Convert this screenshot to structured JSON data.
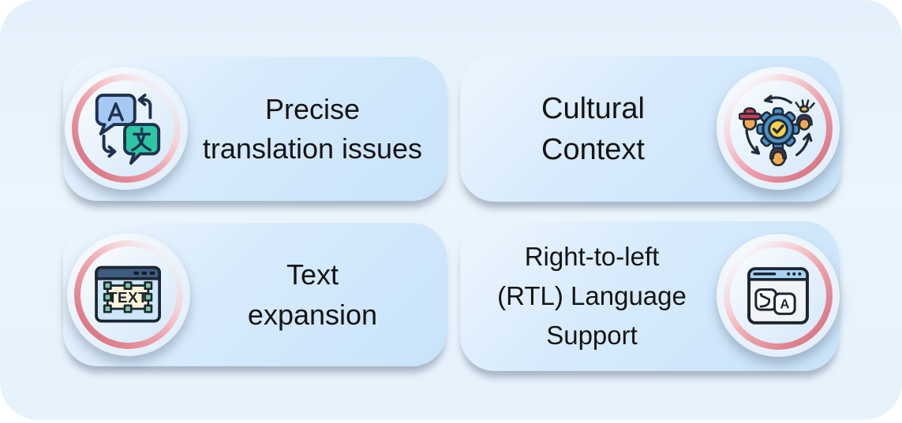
{
  "canvas": {
    "background": "#ffffff",
    "panel_background": "#e7f2fc",
    "card_background": "#cfe6fb",
    "accent_ring_pink": "#d97583",
    "text_color": "#141414"
  },
  "cards": [
    {
      "id": "precise-translation-issues",
      "title": "Precise translation issues",
      "lines": [
        "Precise",
        "translation issues"
      ],
      "icon": "language-translation-icon",
      "icon_side": "left",
      "icon_glyphs": [
        "A",
        "文"
      ],
      "icon_colors": {
        "bubble_blue": "#a6c9f4",
        "bubble_teal": "#2cc6a4",
        "outline": "#1e3150"
      }
    },
    {
      "id": "cultural-context",
      "title": "Cultural Context",
      "lines": [
        "Cultural",
        "Context"
      ],
      "icon": "cultural-exchange-icon",
      "icon_side": "right",
      "icon_glyphs": [],
      "icon_colors": {
        "gear_blue": "#4a90c4",
        "check_yellow": "#f9d04c",
        "face_orange": "#f4a950",
        "hat_red": "#ce3c53",
        "outline": "#1e2b3a"
      }
    },
    {
      "id": "text-expansion",
      "title": "Text expansion",
      "lines": [
        "Text",
        "expansion"
      ],
      "icon": "text-selection-icon",
      "icon_side": "left",
      "icon_glyphs": [
        "TEXT"
      ],
      "icon_colors": {
        "titlebar": "#3d5c80",
        "body_blue": "#cde6f8",
        "text_box_cream": "#fdf4d9",
        "handle_green": "#7fcaa1",
        "outline": "#1b2531"
      }
    },
    {
      "id": "rtl-language-support",
      "title": "Right-to-left (RTL) Language Support",
      "lines": [
        "Right-to-left",
        "(RTL) Language",
        "Support"
      ],
      "icon": "rtl-translation-browser-icon",
      "icon_side": "right",
      "icon_glyphs": [
        "ز",
        "A"
      ],
      "icon_colors": {
        "titlebar": "#a7d3f3",
        "window": "#f2f3f6",
        "outline": "#1c2430"
      }
    }
  ]
}
